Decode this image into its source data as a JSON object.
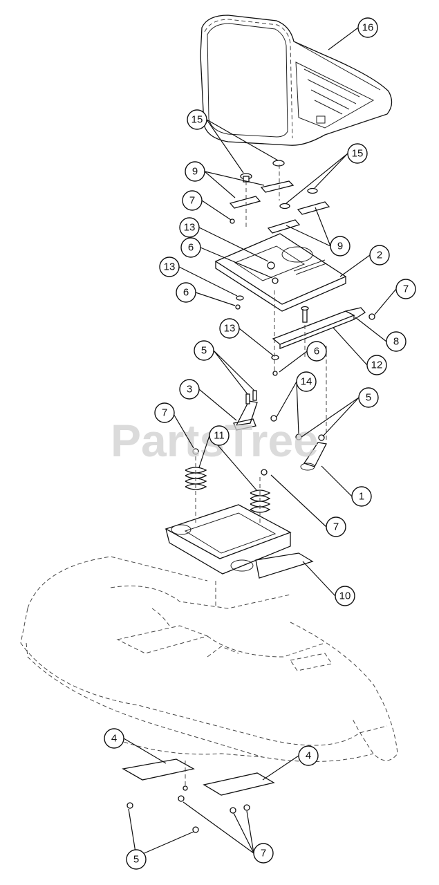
{
  "watermark": "PartsTree",
  "callouts": [
    "16",
    "15",
    "15",
    "9",
    "9",
    "7",
    "13",
    "6",
    "2",
    "13",
    "6",
    "7",
    "8",
    "13",
    "6",
    "12",
    "5",
    "14",
    "3",
    "5",
    "7",
    "11",
    "1",
    "7",
    "10",
    "4",
    "4",
    "5",
    "7"
  ]
}
